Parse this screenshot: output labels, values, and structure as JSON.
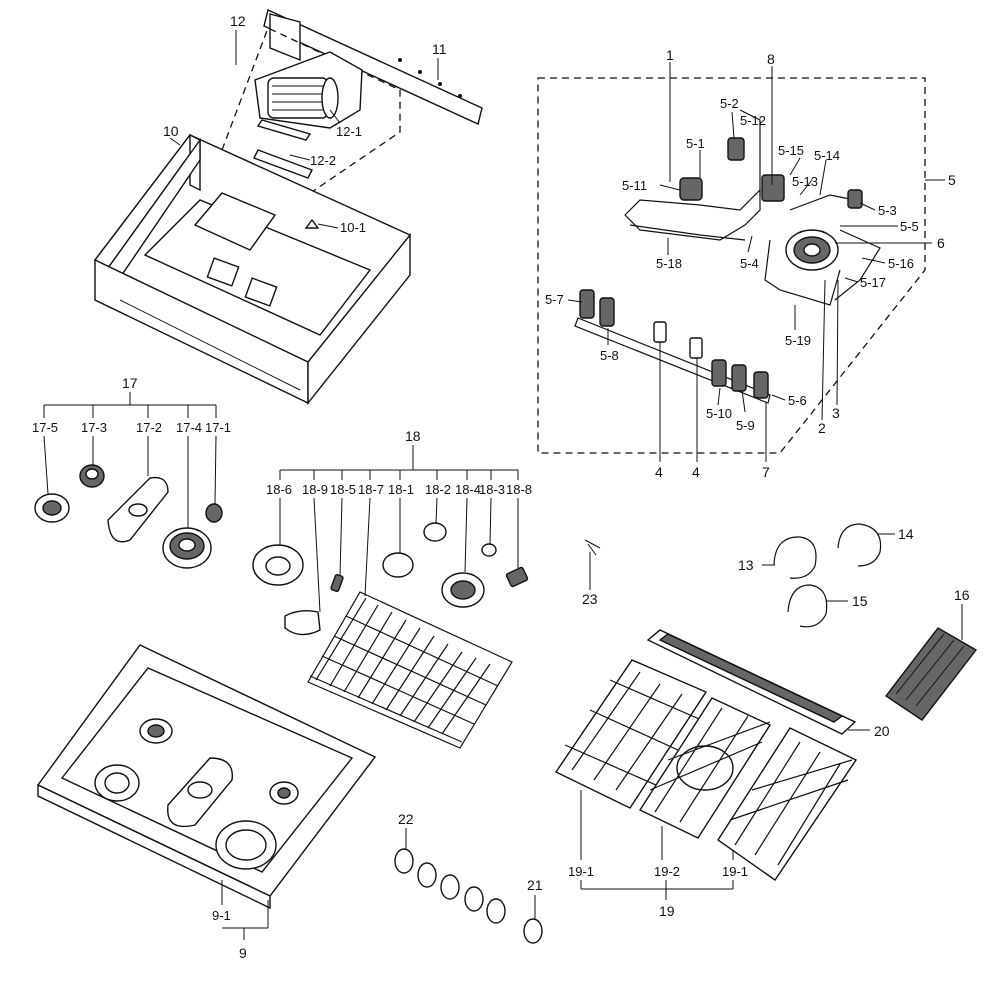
{
  "labels": {
    "l1": "1",
    "l2": "2",
    "l3": "3",
    "l4a": "4",
    "l4b": "4",
    "l5": "5",
    "l5_1": "5-1",
    "l5_2": "5-2",
    "l5_3": "5-3",
    "l5_4": "5-4",
    "l5_5": "5-5",
    "l5_6": "5-6",
    "l5_7": "5-7",
    "l5_8": "5-8",
    "l5_9": "5-9",
    "l5_10": "5-10",
    "l5_11": "5-11",
    "l5_12": "5-12",
    "l5_13": "5-13",
    "l5_14": "5-14",
    "l5_15": "5-15",
    "l5_16": "5-16",
    "l5_17": "5-17",
    "l5_18": "5-18",
    "l5_19": "5-19",
    "l6": "6",
    "l7": "7",
    "l8": "8",
    "l9": "9",
    "l9_1": "9-1",
    "l10": "10",
    "l10_1": "10-1",
    "l11": "11",
    "l12": "12",
    "l12_1": "12-1",
    "l12_2": "12-2",
    "l13": "13",
    "l14": "14",
    "l15": "15",
    "l16": "16",
    "l17": "17",
    "l17_1": "17-1",
    "l17_2": "17-2",
    "l17_3": "17-3",
    "l17_4": "17-4",
    "l17_5": "17-5",
    "l18": "18",
    "l18_1": "18-1",
    "l18_2": "18-2",
    "l18_3": "18-3",
    "l18_4": "18-4",
    "l18_5": "18-5",
    "l18_6": "18-6",
    "l18_7": "18-7",
    "l18_8": "18-8",
    "l18_9": "18-9",
    "l19": "19",
    "l19_1a": "19-1",
    "l19_2": "19-2",
    "l19_1b": "19-1",
    "l20": "20",
    "l21": "21",
    "l22": "22",
    "l23": "23"
  }
}
